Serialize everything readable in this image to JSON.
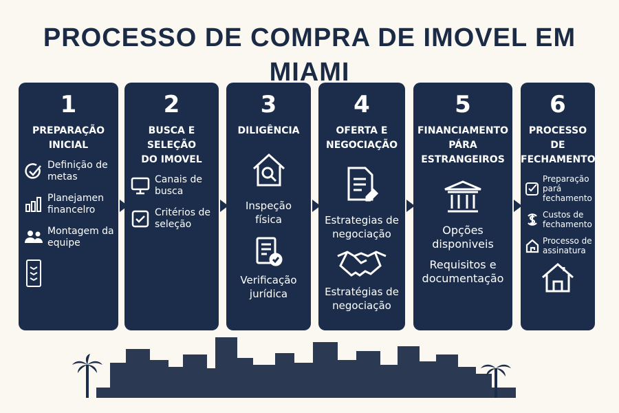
{
  "title": {
    "line1": "PROCESSO DE COMPRA DE IMOVEL EM",
    "line2": "MIAMI"
  },
  "steps": [
    {
      "number": "1",
      "title": "PREPARAÇÃO INICIAL",
      "items": [
        {
          "icon": "check-circle-icon",
          "label": "Definição de metas"
        },
        {
          "icon": "bar-chart-icon",
          "label": "Planejamen financelro"
        },
        {
          "icon": "people-icon",
          "label": "Montagem da equipe"
        },
        {
          "icon": "checklist-icon",
          "label": ""
        }
      ]
    },
    {
      "number": "2",
      "title": "BUSCA E SELEÇÃO DO IMOVEL",
      "items": [
        {
          "icon": "monitor-icon",
          "label": "Canais de busca"
        },
        {
          "icon": "checkbox-icon",
          "label": "Critérios de seleção"
        }
      ]
    },
    {
      "number": "3",
      "title": "DILIGÊNCIA",
      "items": [
        {
          "icon": "house-search-icon",
          "label": "Inspeção física"
        },
        {
          "icon": "document-check-icon",
          "label": "Verificação jurídica"
        }
      ]
    },
    {
      "number": "4",
      "title": "OFERTA E NEGOCIAÇÃO",
      "items": [
        {
          "icon": "document-edit-icon",
          "label": "Estrategias de negociação"
        },
        {
          "icon": "handshake-icon",
          "label": "Estratégias de negociação"
        }
      ]
    },
    {
      "number": "5",
      "title": "FINANCIAMENTO PÁRA ESTRANGEIROS",
      "items": [
        {
          "icon": "bank-icon",
          "label": ""
        },
        {
          "icon": "",
          "label": "Opções disponiveis"
        },
        {
          "icon": "",
          "label": "Requisitos e documentação"
        }
      ]
    },
    {
      "number": "6",
      "title": "PROCESSO DE FECHAMENTO",
      "items": [
        {
          "icon": "checkbox-icon",
          "label": "Preparação pará fechamento"
        },
        {
          "icon": "dollar-icon",
          "label": "Custos de fechamento"
        },
        {
          "icon": "house-icon",
          "label": "Processo de assinatura"
        },
        {
          "icon": "house-icon",
          "label": ""
        }
      ]
    }
  ],
  "colors": {
    "background": "#fbf8f1",
    "card": "#1b2d4a",
    "title": "#1c2b45",
    "skyline": "#2b3a52"
  }
}
